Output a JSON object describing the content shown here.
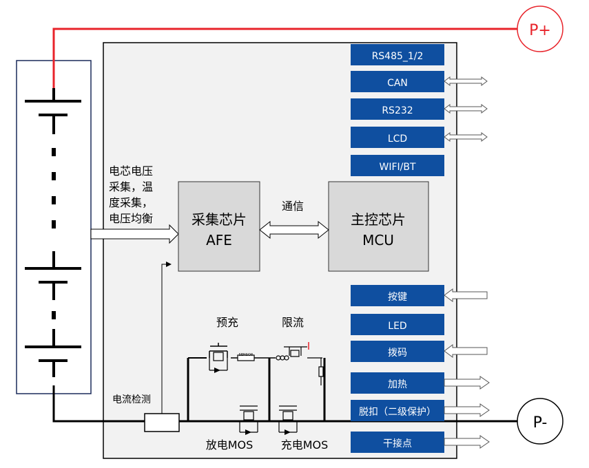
{
  "terminals": {
    "positive": "P+",
    "negative": "P-"
  },
  "chips": {
    "afe": {
      "line1": "采集芯片",
      "line2": "AFE"
    },
    "mcu": {
      "line1": "主控芯片",
      "line2": "MCU"
    }
  },
  "link_label": "通信",
  "sense_label": [
    "电芯电压",
    "采集，温",
    "度采集，",
    "电压均衡"
  ],
  "current_detect_label": "电流检测",
  "precharge_label": "预充",
  "current_limit_label": "限流",
  "discharge_mos_label": "放电MOS",
  "charge_mos_label": "充电MOS",
  "sensor_text": "SENSOR",
  "interfaces_top": [
    "RS485_1/2",
    "CAN",
    "RS232",
    "LCD",
    "WIFI/BT"
  ],
  "interfaces_bottom": [
    "按键",
    "LED",
    "拨码",
    "加热",
    "脱扣（二级保护）",
    "干接点"
  ],
  "colors": {
    "interface_box": "#0f4fa0",
    "board": "#f2f2f2",
    "chip": "#d9d9d9",
    "positive_wire": "#e8232a"
  }
}
